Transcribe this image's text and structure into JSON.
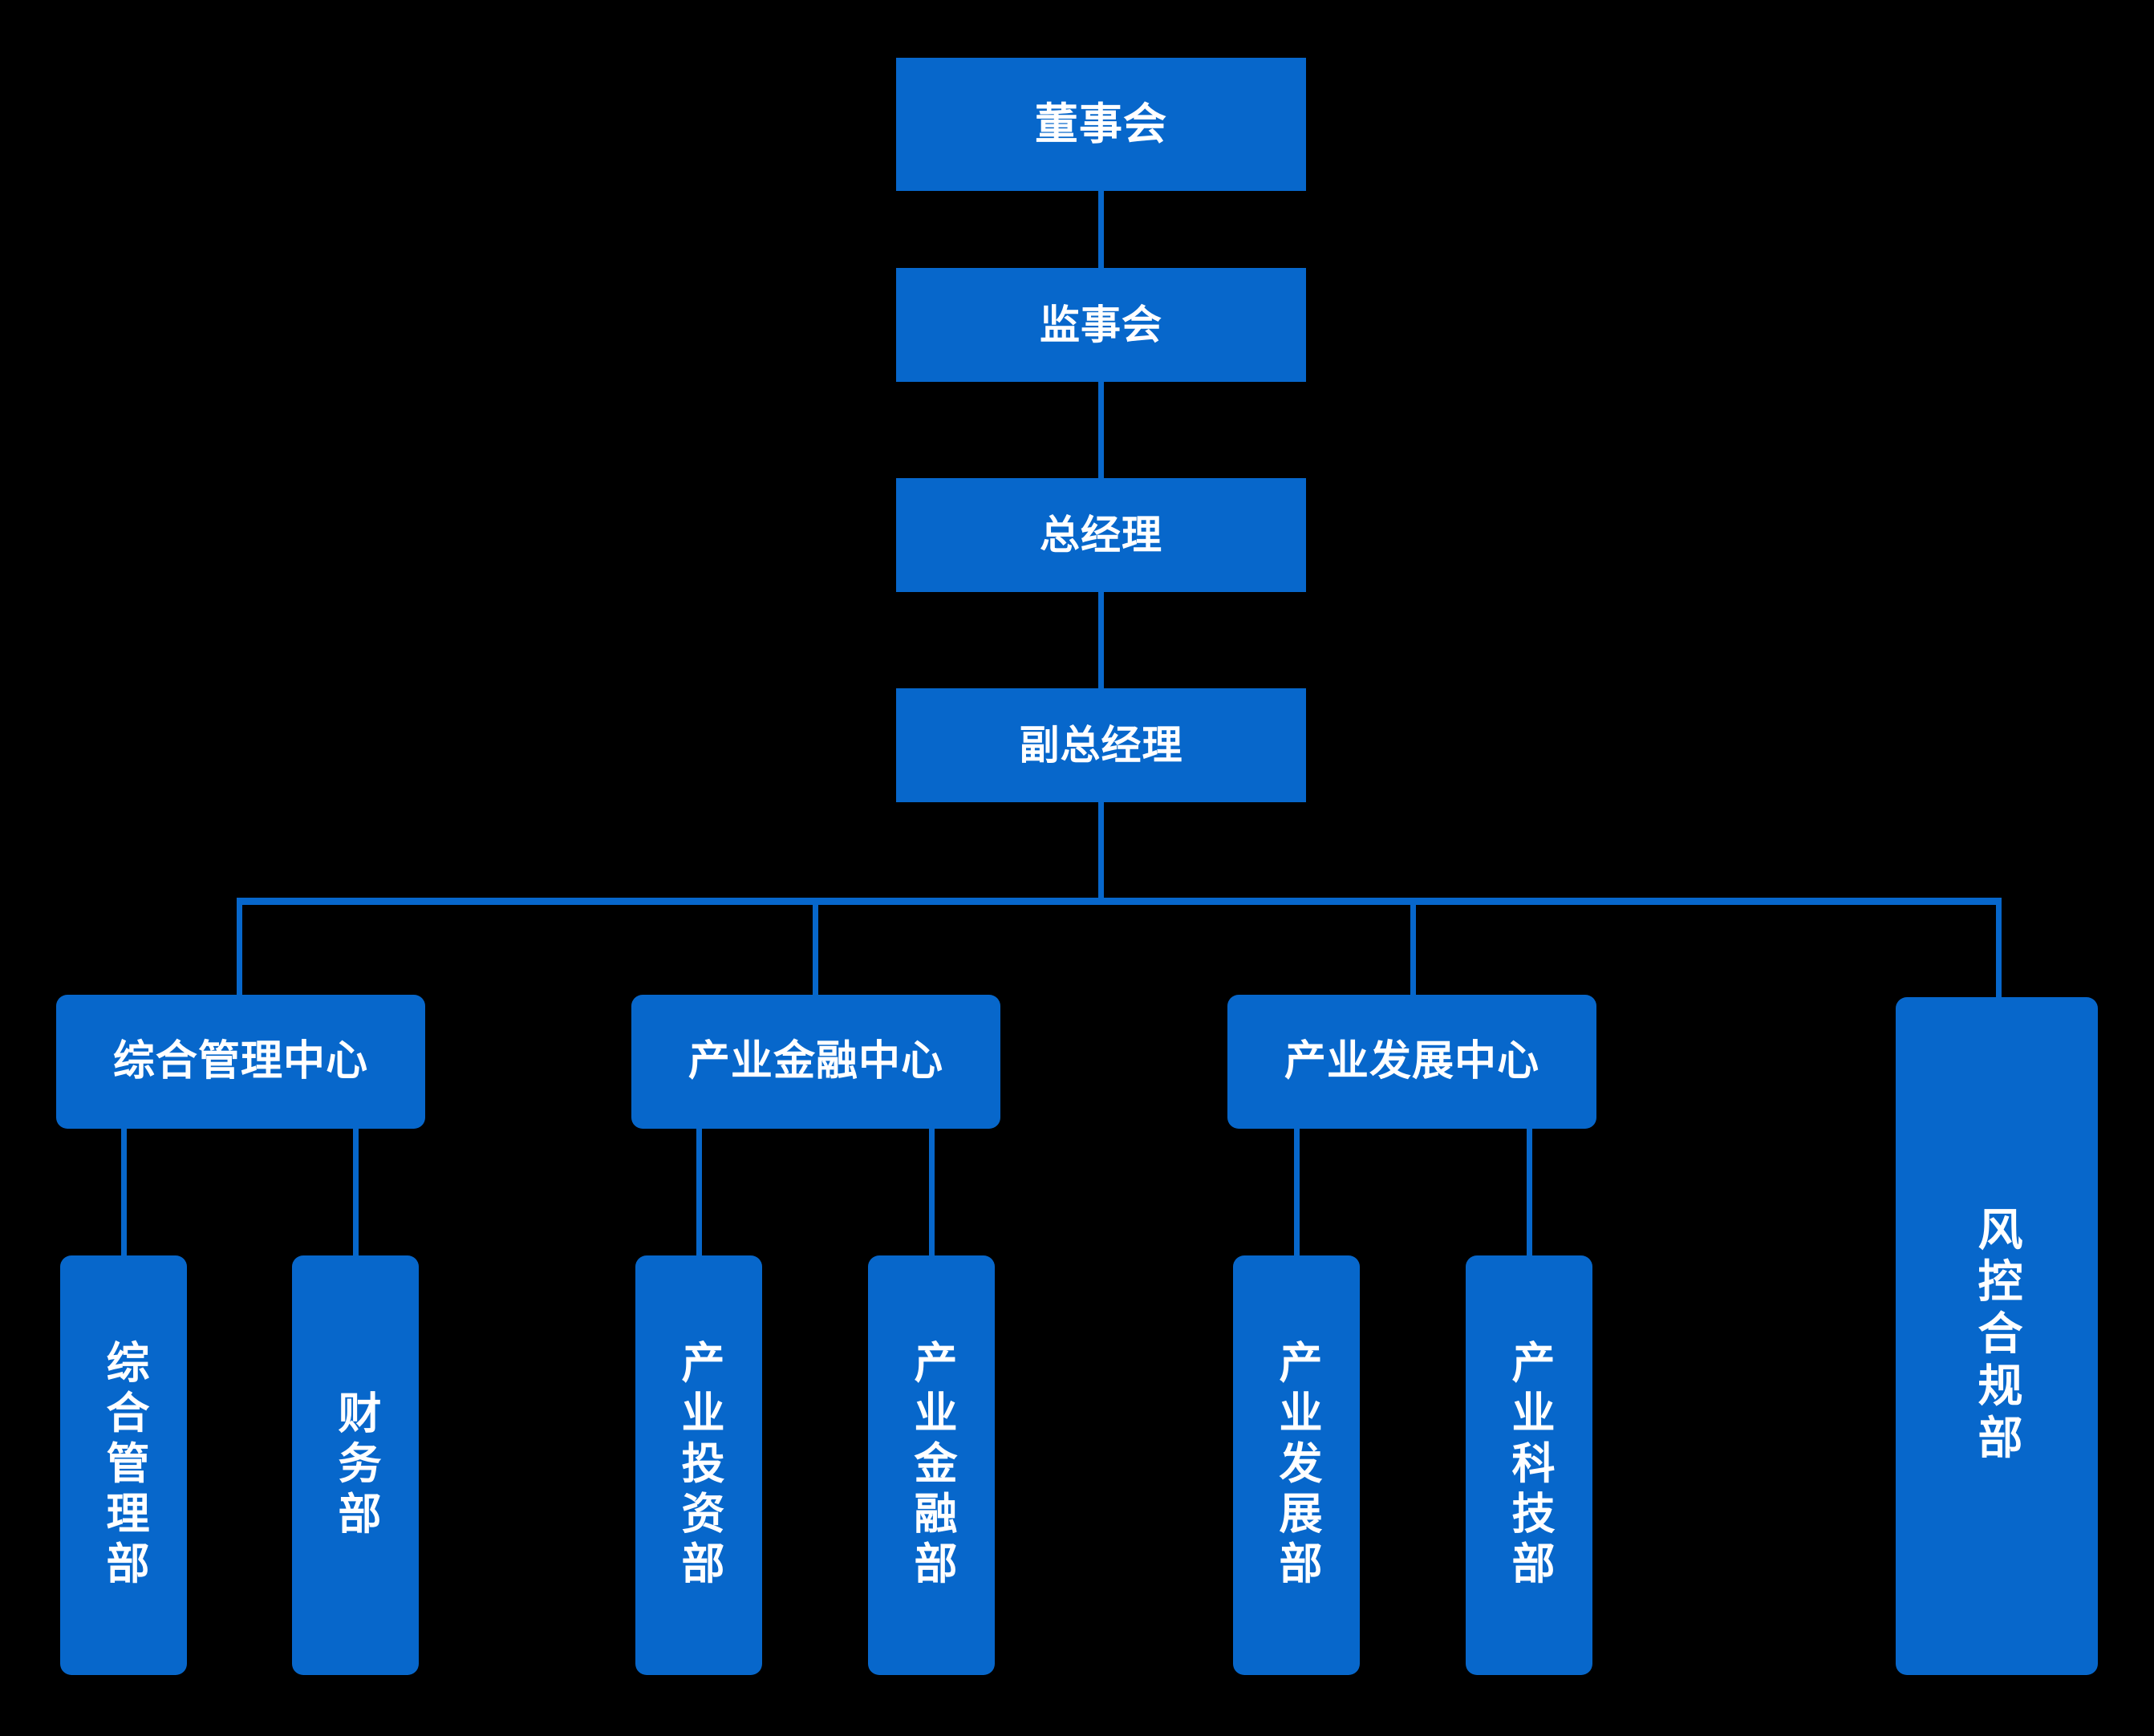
{
  "diagram": {
    "type": "org-chart",
    "title": "",
    "background_color": "#000000",
    "node_color": "#0767cb",
    "text_color": "#ffffff",
    "connector_color": "#0767cb",
    "levels": [
      {
        "level": 1,
        "nodes": [
          {
            "id": "board-of-directors",
            "label": "董事会"
          }
        ]
      },
      {
        "level": 2,
        "nodes": [
          {
            "id": "board-of-supervisors",
            "label": "监事会"
          }
        ]
      },
      {
        "level": 3,
        "nodes": [
          {
            "id": "general-manager",
            "label": "总经理"
          }
        ]
      },
      {
        "level": 4,
        "nodes": [
          {
            "id": "deputy-general-manager",
            "label": "副总经理"
          }
        ]
      },
      {
        "level": 5,
        "nodes": [
          {
            "id": "comprehensive-management-center",
            "label": "综合管理中心"
          },
          {
            "id": "industrial-finance-center",
            "label": "产业金融中心"
          },
          {
            "id": "industrial-development-center",
            "label": "产业发展中心"
          },
          {
            "id": "risk-control-compliance-dept",
            "label": "风控合规部"
          }
        ]
      },
      {
        "level": 6,
        "nodes": [
          {
            "id": "comprehensive-management-dept",
            "label": "综合管理部",
            "parent": "comprehensive-management-center"
          },
          {
            "id": "finance-dept",
            "label": "财务部",
            "parent": "comprehensive-management-center"
          },
          {
            "id": "industrial-investment-dept",
            "label": "产业投资部",
            "parent": "industrial-finance-center"
          },
          {
            "id": "industrial-finance-dept",
            "label": "产业金融部",
            "parent": "industrial-finance-center"
          },
          {
            "id": "industrial-development-dept",
            "label": "产业发展部",
            "parent": "industrial-development-center"
          },
          {
            "id": "industrial-technology-dept",
            "label": "产业科技部",
            "parent": "industrial-development-center"
          }
        ]
      }
    ],
    "nodes": {
      "board_of_directors": "董事会",
      "board_of_supervisors": "监事会",
      "general_manager": "总经理",
      "deputy_general_manager": "副总经理",
      "comprehensive_management_center": "综合管理中心",
      "industrial_finance_center": "产业金融中心",
      "industrial_development_center": "产业发展中心",
      "risk_control_compliance_dept": "风控合规部",
      "comprehensive_management_dept": "综合管理部",
      "finance_dept": "财务部",
      "industrial_investment_dept": "产业投资部",
      "industrial_finance_dept": "产业金融部",
      "industrial_development_dept": "产业发展部",
      "industrial_technology_dept": "产业科技部"
    }
  }
}
